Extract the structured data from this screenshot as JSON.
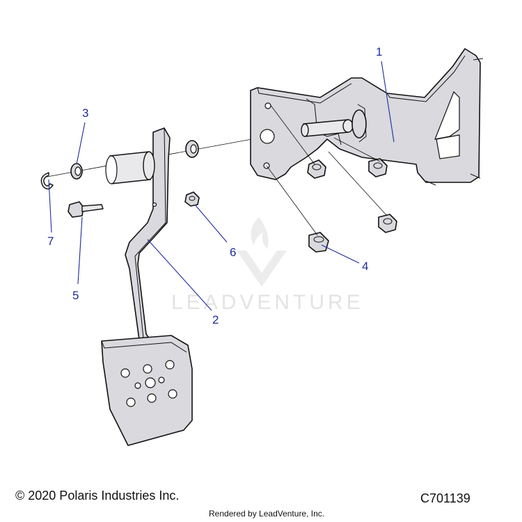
{
  "diagram": {
    "callouts": [
      {
        "id": "1",
        "label": "1"
      },
      {
        "id": "2",
        "label": "2"
      },
      {
        "id": "3",
        "label": "3"
      },
      {
        "id": "4",
        "label": "4"
      },
      {
        "id": "5",
        "label": "5"
      },
      {
        "id": "6",
        "label": "6"
      },
      {
        "id": "7",
        "label": "7"
      }
    ],
    "watermark": "LEADVENTURE",
    "colors": {
      "callout": "#1f2b9c",
      "part_fill": "#d9d9de",
      "watermark": "#e3e3e3"
    }
  },
  "footer": {
    "copyright": "© 2020 Polaris Industries Inc.",
    "diagram_code": "C701139",
    "rendered_by": "Rendered by LeadVenture, Inc."
  }
}
